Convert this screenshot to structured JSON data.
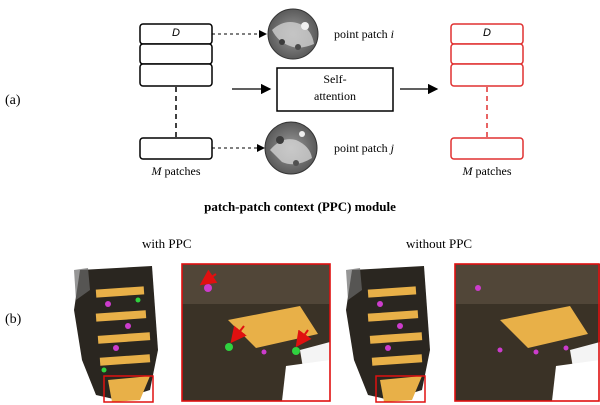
{
  "panel_a": {
    "label": "(a)",
    "stack_symbol_left": "D",
    "stack_symbol_right": "D",
    "patch_i_label": "point patch",
    "patch_i_var": "i",
    "patch_j_label": "point patch",
    "patch_j_var": "j",
    "attention_line1": "Self-",
    "attention_line2": "attention",
    "m_var": "M",
    "patches_word_left": "patches",
    "patches_word_right": "patches",
    "caption": "patch-patch context (PPC) module",
    "colors": {
      "left_stack": "#000000",
      "right_stack": "#e03030"
    }
  },
  "panel_b": {
    "label": "(b)",
    "left_title": "with PPC",
    "right_title": "without PPC",
    "colors": {
      "highlight_box": "#e01010",
      "arrow": "#e01010",
      "shelf": "#e8b048"
    }
  }
}
